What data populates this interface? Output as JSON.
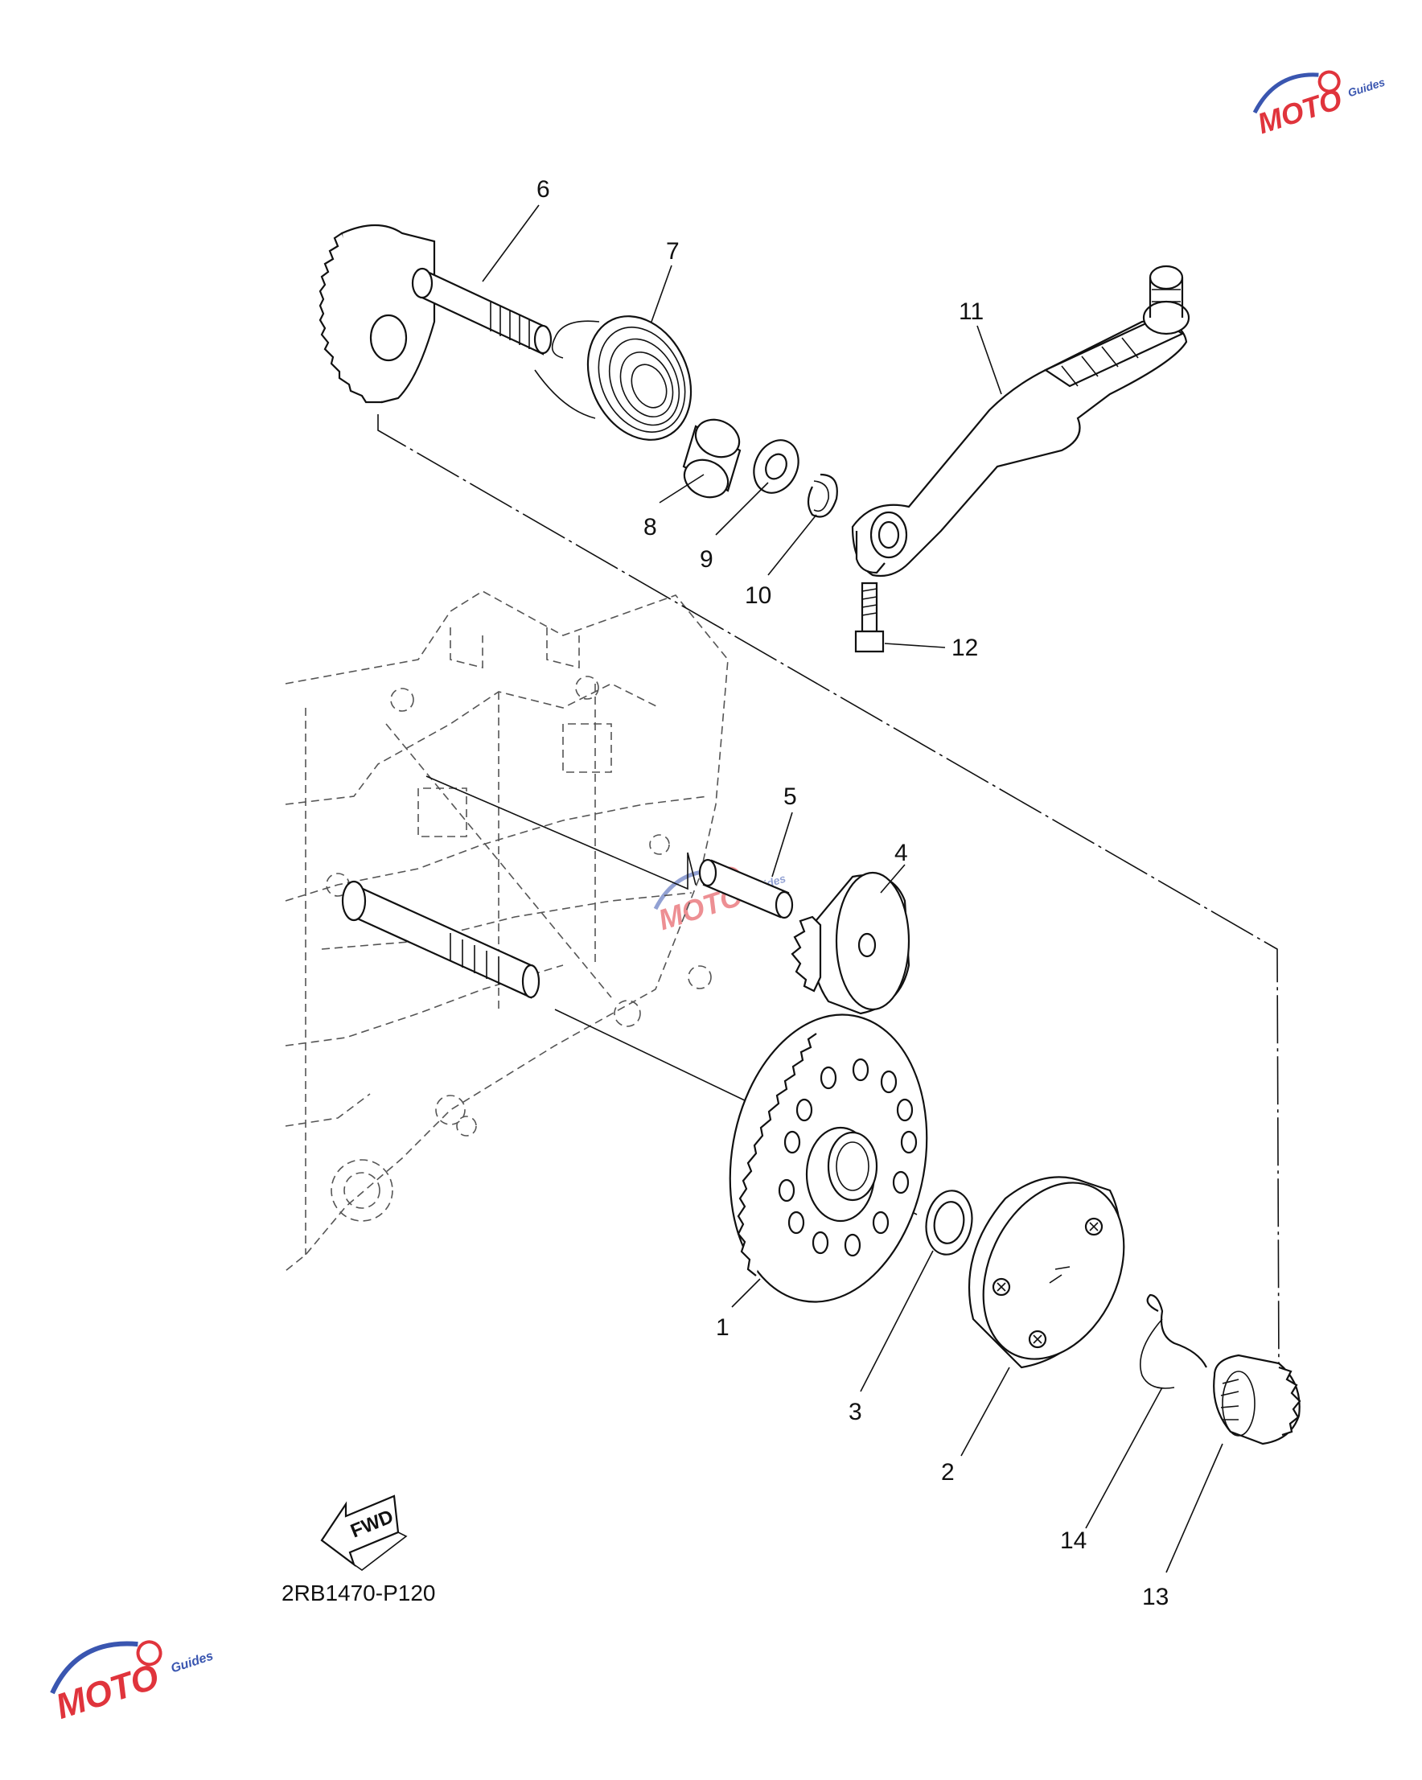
{
  "diagram": {
    "code": "2RB1470-P120",
    "direction_badge": "FWD",
    "callouts": [
      "1",
      "2",
      "3",
      "4",
      "5",
      "6",
      "7",
      "8",
      "9",
      "10",
      "11",
      "12",
      "13",
      "14"
    ]
  },
  "watermarks": [
    {
      "logo_text": "MOTO",
      "sub_text": "Guides",
      "icon": "moto-guides-logo"
    },
    {
      "logo_text": "MOTO",
      "sub_text": "Guides",
      "icon": "moto-guides-logo"
    },
    {
      "logo_text": "MOTO",
      "sub_text": "Guides",
      "icon": "moto-guides-logo"
    }
  ],
  "colors": {
    "ink": "#111111",
    "wm_red": "#e0343c",
    "wm_blue": "#3a56b0"
  }
}
